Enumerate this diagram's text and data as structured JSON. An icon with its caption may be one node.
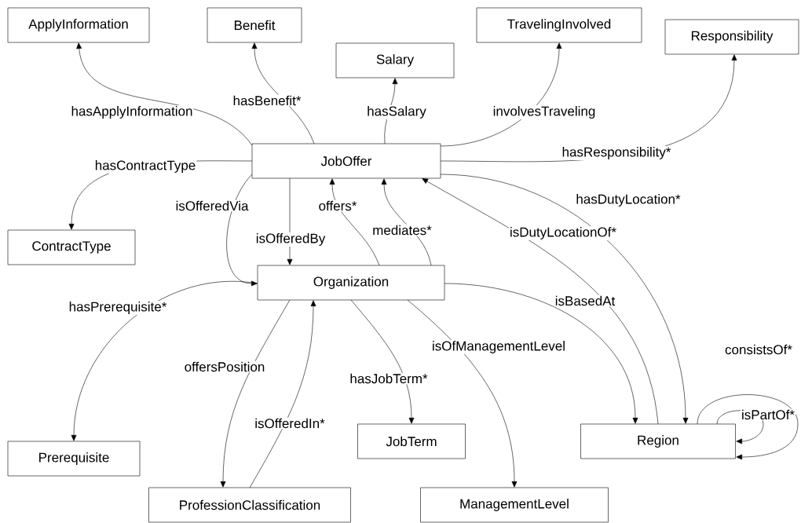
{
  "diagram": {
    "nodes": [
      {
        "text": [
          "ApplyInformation"
        ]
      },
      {
        "text": [
          "Benefit"
        ]
      },
      {
        "text": [
          "Salary"
        ]
      },
      {
        "text": [
          "TravelingInvolved"
        ]
      },
      {
        "text": [
          "Responsibility"
        ]
      },
      {
        "text": [
          "JobOffer"
        ]
      },
      {
        "text": [
          "ContractType"
        ]
      },
      {
        "text": [
          "Organization"
        ]
      },
      {
        "text": [
          "Prerequisite"
        ]
      },
      {
        "text": [
          "JobTerm"
        ]
      },
      {
        "text": [
          "Region"
        ]
      },
      {
        "text": [
          "ProfessionClassification"
        ]
      },
      {
        "text": [
          "ManagementLevel"
        ]
      }
    ],
    "edges": [
      {
        "from": 5,
        "to": 0,
        "arrow": "to",
        "label": "hasApplyInformation"
      },
      {
        "from": 5,
        "to": 1,
        "arrow": "to",
        "label": "hasBenefit*"
      },
      {
        "from": 5,
        "to": 2,
        "arrow": "to",
        "label": "hasSalary"
      },
      {
        "from": 5,
        "to": 3,
        "arrow": "to",
        "label": "involvesTraveling"
      },
      {
        "from": 5,
        "to": 4,
        "arrow": "to",
        "label": "hasResponsibility*"
      },
      {
        "from": 5,
        "to": 6,
        "arrow": "to",
        "label": "hasContractType"
      },
      {
        "from": 5,
        "to": 7,
        "arrow": "to",
        "label": "isOfferedVia"
      },
      {
        "from": 5,
        "to": 7,
        "arrow": "to",
        "label": "isOfferedBy"
      },
      {
        "from": 7,
        "to": 5,
        "arrow": "to",
        "label": "offers*"
      },
      {
        "from": 7,
        "to": 5,
        "arrow": "to",
        "label": "mediates*"
      },
      {
        "from": 5,
        "to": 10,
        "arrow": "to",
        "label": "hasDutyLocation*"
      },
      {
        "from": 10,
        "to": 5,
        "arrow": "to",
        "label": "isDutyLocationOf*"
      },
      {
        "from": 7,
        "to": 8,
        "arrow": "to",
        "label": "hasPrerequisite*"
      },
      {
        "from": 7,
        "to": 11,
        "arrow": "to",
        "label": "offersPosition"
      },
      {
        "from": 11,
        "to": 7,
        "arrow": "to",
        "label": "isOfferedIn*"
      },
      {
        "from": 7,
        "to": 9,
        "arrow": "to",
        "label": "hasJobTerm*"
      },
      {
        "from": 7,
        "to": 12,
        "arrow": "to",
        "label": "isOfManagementLevel"
      },
      {
        "from": 7,
        "to": 10,
        "arrow": "to",
        "label": "isBasedAt"
      },
      {
        "from": 10,
        "to": 10,
        "arrow": "to",
        "label": "consistsOf*"
      },
      {
        "from": 10,
        "to": 10,
        "arrow": "to",
        "label": "isPartOf*"
      }
    ]
  }
}
